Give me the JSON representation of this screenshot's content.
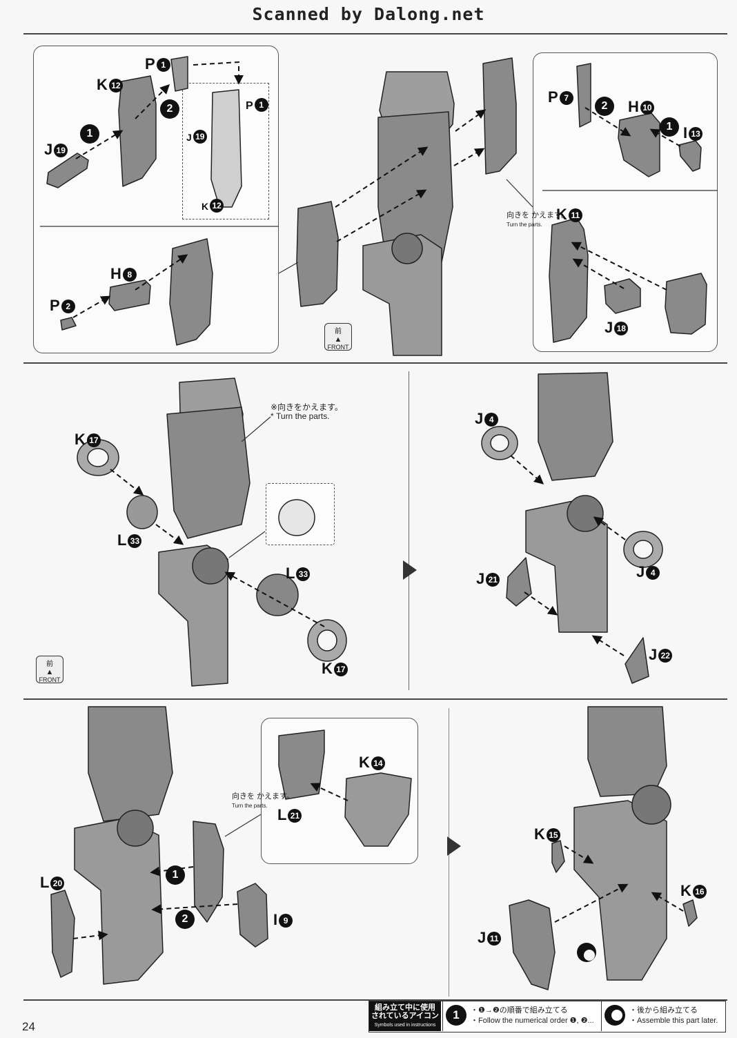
{
  "header": {
    "title": "Scanned by Dalong.net"
  },
  "page_number": "24",
  "front_icon": {
    "kanji": "前",
    "label": "FRONT"
  },
  "notes": {
    "turn_jp": "向きを かえます。",
    "turn_en": "Turn the parts.",
    "turn2_jp": "※向きをかえます。",
    "turn2_en": "* Turn the parts."
  },
  "section1": {
    "labels": [
      {
        "letter": "P",
        "num": "1"
      },
      {
        "letter": "K",
        "num": "12"
      },
      {
        "letter": "J",
        "num": "19"
      },
      {
        "letter": "P",
        "num": "1"
      },
      {
        "letter": "J",
        "num": "19"
      },
      {
        "letter": "K",
        "num": "12"
      },
      {
        "letter": "H",
        "num": "8"
      },
      {
        "letter": "P",
        "num": "2"
      },
      {
        "letter": "P",
        "num": "7"
      },
      {
        "letter": "H",
        "num": "10"
      },
      {
        "letter": "I",
        "num": "13"
      },
      {
        "letter": "K",
        "num": "11"
      },
      {
        "letter": "J",
        "num": "18"
      }
    ],
    "steps": [
      "1",
      "2",
      "1",
      "2"
    ]
  },
  "section2": {
    "labels": [
      {
        "letter": "K",
        "num": "17"
      },
      {
        "letter": "L",
        "num": "33"
      },
      {
        "letter": "L",
        "num": "33"
      },
      {
        "letter": "K",
        "num": "17"
      },
      {
        "letter": "J",
        "num": "4"
      },
      {
        "letter": "J",
        "num": "4"
      },
      {
        "letter": "J",
        "num": "21"
      },
      {
        "letter": "J",
        "num": "22"
      }
    ]
  },
  "section3": {
    "labels": [
      {
        "letter": "K",
        "num": "14"
      },
      {
        "letter": "L",
        "num": "21"
      },
      {
        "letter": "L",
        "num": "20"
      },
      {
        "letter": "I",
        "num": "9"
      },
      {
        "letter": "K",
        "num": "15"
      },
      {
        "letter": "K",
        "num": "16"
      },
      {
        "letter": "J",
        "num": "11"
      }
    ],
    "steps": [
      "1",
      "2"
    ]
  },
  "legend": {
    "title_jp1": "組み立て中に使用",
    "title_jp2": "されているアイコン",
    "title_en": "Symbols used in instructions",
    "item1_icon": "1",
    "item1_jp": "・❶→❷の順番で組み立てる",
    "item1_en": "・Follow the numerical order ❶, ❷...",
    "item2_jp": "・後から組み立てる",
    "item2_en": "・Assemble this part later."
  },
  "colors": {
    "ink": "#111111",
    "part_fill": "#8a8a8a",
    "part_dark": "#5e5e5e",
    "paper": "#f7f7f7"
  }
}
